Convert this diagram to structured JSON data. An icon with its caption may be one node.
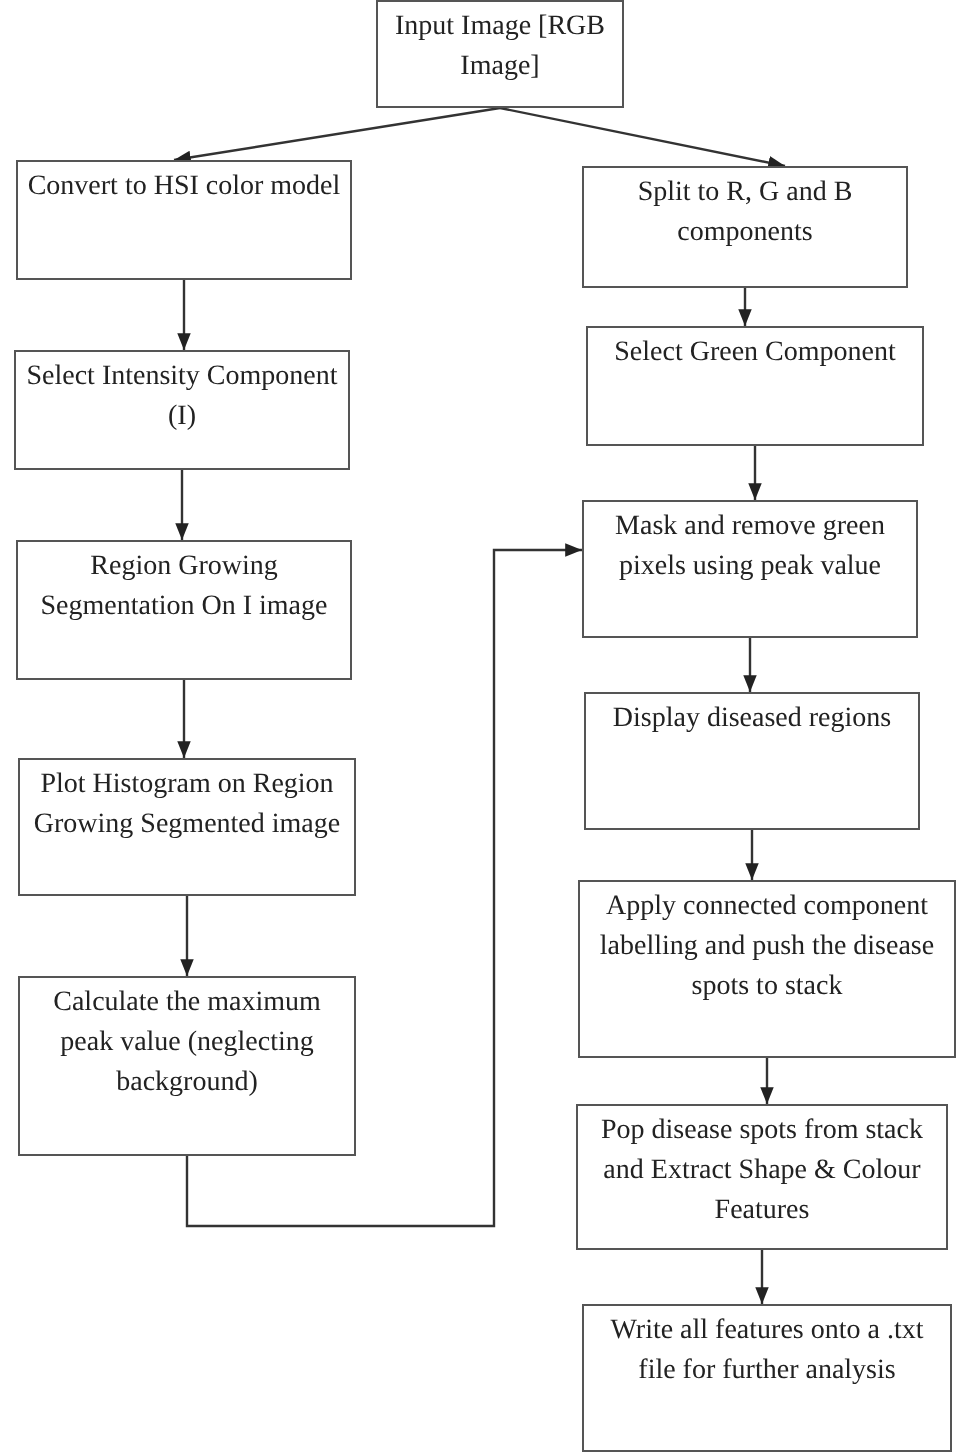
{
  "diagram": {
    "nodes": [
      {
        "text": [
          "Input Image [RGB Image]"
        ]
      },
      {
        "text": [
          "Convert to HSI color model"
        ]
      },
      {
        "text": [
          "Select Intensity Component (I)"
        ]
      },
      {
        "text": [
          "Region Growing Segmentation On I image"
        ]
      },
      {
        "text": [
          "Plot Histogram on Region Growing Segmented image"
        ]
      },
      {
        "text": [
          "Calculate the maximum peak value (neglecting background)"
        ]
      },
      {
        "text": [
          "Split to R, G and B components"
        ]
      },
      {
        "text": [
          "Select Green Component"
        ]
      },
      {
        "text": [
          "Mask and remove green pixels using peak value"
        ]
      },
      {
        "text": [
          "Display diseased regions"
        ]
      },
      {
        "text": [
          "Apply connected component labelling and push the disease spots to stack"
        ]
      },
      {
        "text": [
          "Pop disease spots from stack and Extract Shape & Colour Features"
        ]
      },
      {
        "text": [
          "Write all features onto a .txt file for further analysis"
        ]
      }
    ],
    "edges": [
      {
        "from": 0,
        "to": 1,
        "arrow": "to"
      },
      {
        "from": 0,
        "to": 6,
        "arrow": "to"
      },
      {
        "from": 1,
        "to": 2,
        "arrow": "to"
      },
      {
        "from": 2,
        "to": 3,
        "arrow": "to"
      },
      {
        "from": 3,
        "to": 4,
        "arrow": "to"
      },
      {
        "from": 4,
        "to": 5,
        "arrow": "to"
      },
      {
        "from": 5,
        "to": 8,
        "arrow": "to"
      },
      {
        "from": 6,
        "to": 7,
        "arrow": "to"
      },
      {
        "from": 7,
        "to": 8,
        "arrow": "to"
      },
      {
        "from": 8,
        "to": 9,
        "arrow": "to"
      },
      {
        "from": 9,
        "to": 10,
        "arrow": "to"
      },
      {
        "from": 10,
        "to": 11,
        "arrow": "to"
      },
      {
        "from": 11,
        "to": 12,
        "arrow": "to"
      }
    ]
  }
}
